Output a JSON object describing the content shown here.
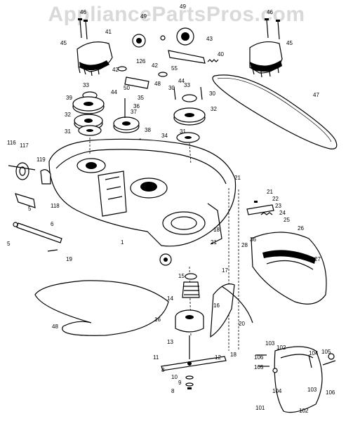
{
  "watermark": "AppliancePartsPros.com",
  "callouts": [
    {
      "id": "c46a",
      "text": "46"
    },
    {
      "id": "c49a",
      "text": "49"
    },
    {
      "id": "c49b",
      "text": "49"
    },
    {
      "id": "c46b",
      "text": "46"
    },
    {
      "id": "c41",
      "text": "41"
    },
    {
      "id": "c45a",
      "text": "45"
    },
    {
      "id": "c126",
      "text": "126"
    },
    {
      "id": "c42a",
      "text": "42"
    },
    {
      "id": "c42b",
      "text": "42"
    },
    {
      "id": "c43",
      "text": "43"
    },
    {
      "id": "c40",
      "text": "40"
    },
    {
      "id": "c45b",
      "text": "45"
    },
    {
      "id": "c33a",
      "text": "33"
    },
    {
      "id": "c44a",
      "text": "44"
    },
    {
      "id": "c50",
      "text": "50"
    },
    {
      "id": "c48",
      "text": "48"
    },
    {
      "id": "c55",
      "text": "55"
    },
    {
      "id": "c44b",
      "text": "44"
    },
    {
      "id": "c35",
      "text": "35"
    },
    {
      "id": "c39",
      "text": "39"
    },
    {
      "id": "c36",
      "text": "36"
    },
    {
      "id": "c37",
      "text": "37"
    },
    {
      "id": "c33b",
      "text": "33"
    },
    {
      "id": "c30a",
      "text": "30"
    },
    {
      "id": "c30b",
      "text": "30"
    },
    {
      "id": "c47",
      "text": "47"
    },
    {
      "id": "c32a",
      "text": "32"
    },
    {
      "id": "c32b",
      "text": "32"
    },
    {
      "id": "c31a",
      "text": "31"
    },
    {
      "id": "c38",
      "text": "38"
    },
    {
      "id": "c31b",
      "text": "31"
    },
    {
      "id": "c34",
      "text": "34"
    },
    {
      "id": "c116",
      "text": "116"
    },
    {
      "id": "c117",
      "text": "117"
    },
    {
      "id": "c119",
      "text": "119"
    },
    {
      "id": "c21a",
      "text": "21"
    },
    {
      "id": "c21b",
      "text": "21"
    },
    {
      "id": "c22",
      "text": "22"
    },
    {
      "id": "c23",
      "text": "23"
    },
    {
      "id": "c24",
      "text": "24"
    },
    {
      "id": "c25",
      "text": "25"
    },
    {
      "id": "c26",
      "text": "26"
    },
    {
      "id": "c118",
      "text": "118"
    },
    {
      "id": "c5a",
      "text": "5"
    },
    {
      "id": "c6",
      "text": "6"
    },
    {
      "id": "c5b",
      "text": "5"
    },
    {
      "id": "c19",
      "text": "19"
    },
    {
      "id": "c1",
      "text": "1"
    },
    {
      "id": "c18a",
      "text": "18"
    },
    {
      "id": "c21c",
      "text": "21"
    },
    {
      "id": "c28",
      "text": "28"
    },
    {
      "id": "c36b",
      "text": "36"
    },
    {
      "id": "c27",
      "text": "27"
    },
    {
      "id": "c15",
      "text": "15"
    },
    {
      "id": "c17",
      "text": "17"
    },
    {
      "id": "c14",
      "text": "14"
    },
    {
      "id": "c16",
      "text": "16"
    },
    {
      "id": "c20",
      "text": "20"
    },
    {
      "id": "c48b",
      "text": "48"
    },
    {
      "id": "c16b",
      "text": "16"
    },
    {
      "id": "c13",
      "text": "13"
    },
    {
      "id": "c11",
      "text": "11"
    },
    {
      "id": "c12",
      "text": "12"
    },
    {
      "id": "c18b",
      "text": "18"
    },
    {
      "id": "c8a",
      "text": "8"
    },
    {
      "id": "c10",
      "text": "10"
    },
    {
      "id": "c9",
      "text": "9"
    },
    {
      "id": "c8b",
      "text": "8"
    },
    {
      "id": "c103a",
      "text": "103"
    },
    {
      "id": "c102a",
      "text": "102"
    },
    {
      "id": "c104a",
      "text": "104"
    },
    {
      "id": "c105a",
      "text": "105"
    },
    {
      "id": "c106a",
      "text": "106"
    },
    {
      "id": "c105b",
      "text": "105"
    },
    {
      "id": "c104b",
      "text": "104"
    },
    {
      "id": "c103b",
      "text": "103"
    },
    {
      "id": "c106b",
      "text": "106"
    },
    {
      "id": "c101",
      "text": "101"
    },
    {
      "id": "c102b",
      "text": "102"
    }
  ]
}
